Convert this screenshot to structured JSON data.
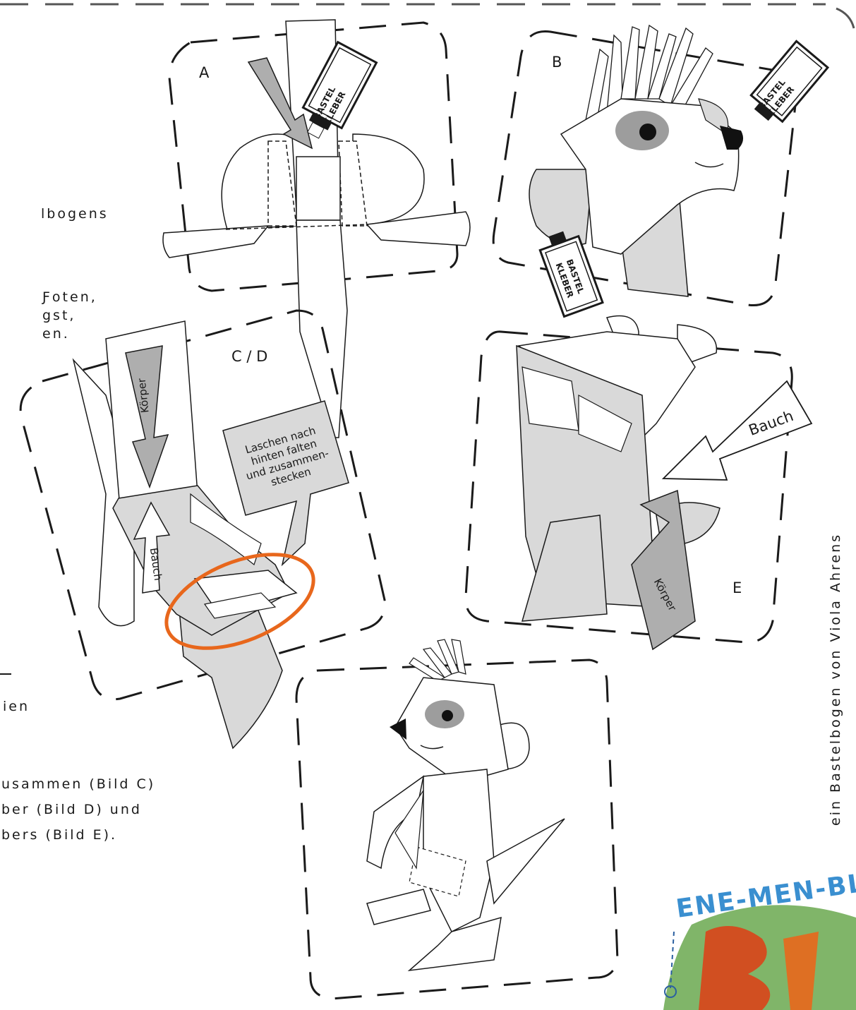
{
  "left_text": {
    "line1": "lbogens",
    "line2": "Ƒoten,",
    "line3": "gst,",
    "line4": "en.",
    "line5": "ien",
    "line6": "usammen (Bild C)",
    "line7": "ber (Bild D) und",
    "line8": "bers (Bild E)."
  },
  "panels": {
    "a": {
      "label": "A",
      "glue": [
        "BASTEL",
        "KLEBER"
      ]
    },
    "b": {
      "label": "B",
      "glue_top": [
        "BASTEL",
        "KLEBER"
      ],
      "glue_bottom": [
        "BASTEL",
        "KLEBER"
      ]
    },
    "cd": {
      "label": "C / D",
      "arrow_koerper": "Körper",
      "arrow_bauch": "Bauch",
      "note": [
        "Laschen nach",
        "hinten falten",
        "und zusammen-",
        "stecken"
      ]
    },
    "e": {
      "label": "E",
      "arrow_bauch": "Bauch",
      "arrow_koerper": "Körper"
    }
  },
  "credit": "ein Bastelbogen von Viola Ahrens",
  "logo_text": "ENE-MEN-BLI",
  "colors": {
    "accent": "#e8671c",
    "gray": "#d9d9d9",
    "dark_gray": "#9d9d9d",
    "ink": "#1a1a1a"
  }
}
